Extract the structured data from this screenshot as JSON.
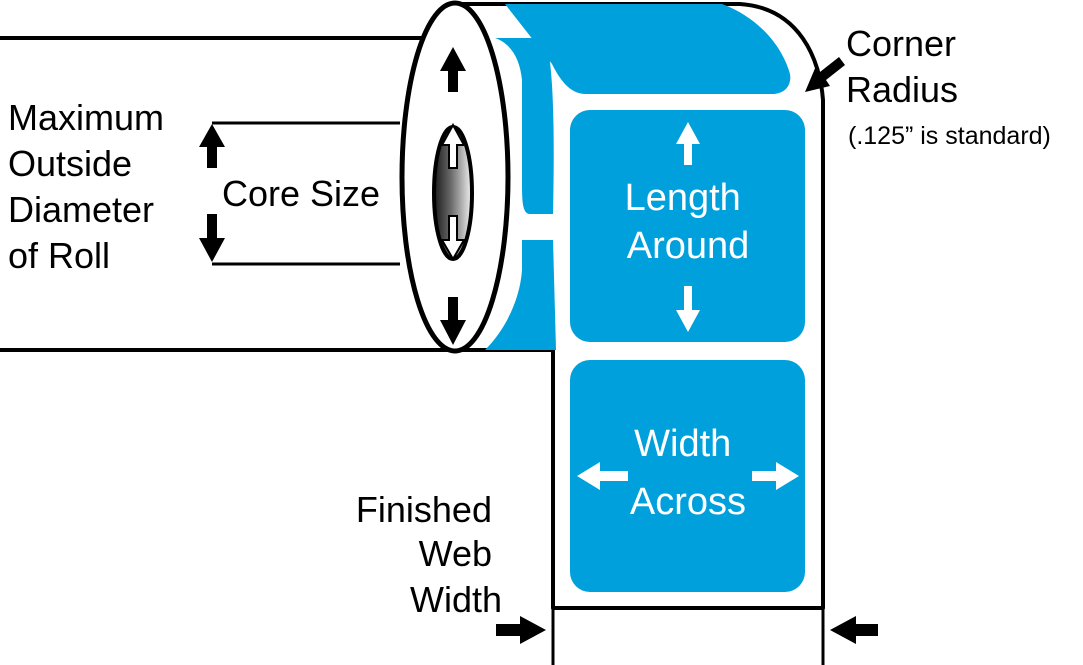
{
  "labels": {
    "max_diameter_lines": [
      "Maximum",
      "Outside",
      "Diameter",
      "of Roll"
    ],
    "core_size": "Core Size",
    "corner_radius_lines": [
      "Corner",
      "Radius"
    ],
    "corner_radius_note": "(.125” is standard)",
    "length_around_lines": [
      "Length",
      "Around"
    ],
    "width_across_lines": [
      "Width",
      "Across"
    ],
    "finished_web_width_lines": [
      "Finished",
      "Web",
      "Width"
    ]
  },
  "colors": {
    "label_fill": "#00a0dc",
    "outline": "#000000",
    "background": "#ffffff",
    "core_gradient_dark": "#1a1a1a",
    "core_gradient_light": "#f2f2f2"
  },
  "icons": {
    "dimension_arrow": "arrow-icon",
    "pointer_arrow": "pointer-arrow-icon"
  }
}
